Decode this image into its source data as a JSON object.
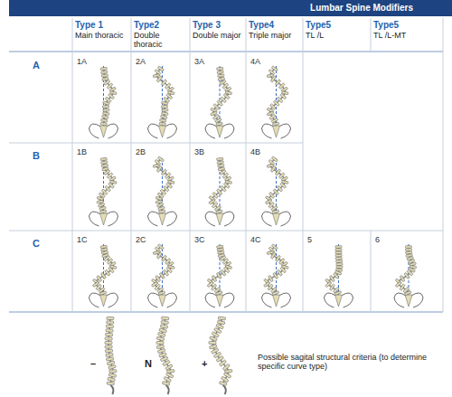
{
  "diagram": {
    "title": "Lumbar Spine Modifiers",
    "labels": [
      "Type 1",
      "Main thoracic",
      "Type2",
      "Double thoracic",
      "Type 3",
      "Double major",
      "Type4",
      "Triple major",
      "Type5",
      "TL /L",
      "Type5",
      "TL /L-MT",
      "A",
      "1A",
      "2A",
      "3A",
      "4A",
      "B",
      "1B",
      "2B",
      "3B",
      "4B",
      "C",
      "1C",
      "2C",
      "3C",
      "4C",
      "5",
      "6",
      "–",
      "N",
      "+",
      "Possible sagital structural criteria (to determine specific curve type)"
    ]
  }
}
